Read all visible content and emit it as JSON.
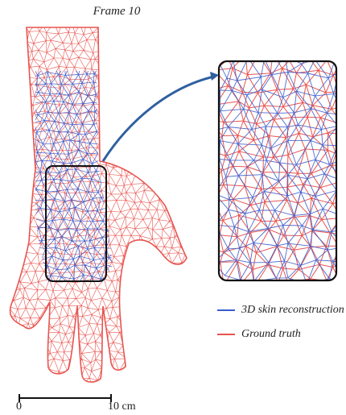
{
  "figure": {
    "title": "Frame 10",
    "legend": [
      {
        "label": "3D skin reconstruction",
        "color": "#3a5ccc"
      },
      {
        "label": "Ground truth",
        "color": "#e8544f"
      }
    ],
    "scale_bar": {
      "start_label": "0",
      "end_label": "10 cm"
    },
    "colors": {
      "reconstruction": "#3a5ccc",
      "ground_truth": "#e8544f",
      "arrow": "#2f5fa0",
      "frame": "#111111"
    }
  }
}
